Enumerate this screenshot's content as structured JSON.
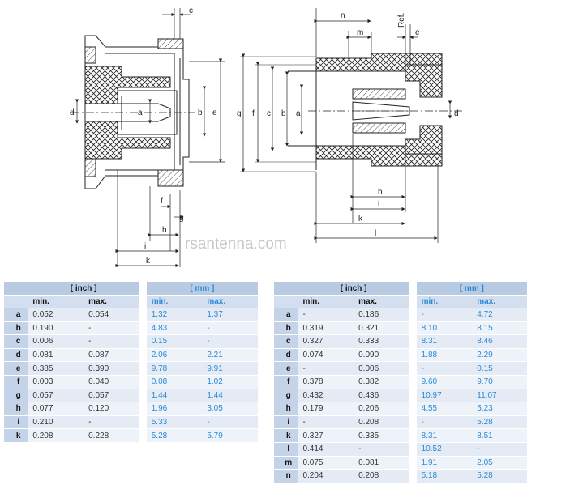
{
  "watermark": "rsantenna.com",
  "left_drawing": {
    "labels": [
      "c",
      "a",
      "b",
      "e",
      "d",
      "f",
      "g",
      "h",
      "i",
      "k"
    ]
  },
  "right_drawing": {
    "labels": [
      "n",
      "m",
      "Ref.",
      "e",
      "g",
      "f",
      "c",
      "b",
      "a",
      "d",
      "h",
      "i",
      "k",
      "l"
    ]
  },
  "left_table": {
    "inch_header": "[ inch ]",
    "mm_header": "[ mm ]",
    "col_min": "min.",
    "col_max": "max.",
    "rows": [
      {
        "key": "a",
        "in_min": "0.052",
        "in_max": "0.054",
        "mm_min": "1.32",
        "mm_max": "1.37"
      },
      {
        "key": "b",
        "in_min": "0.190",
        "in_max": "-",
        "mm_min": "4.83",
        "mm_max": "-"
      },
      {
        "key": "c",
        "in_min": "0.006",
        "in_max": "-",
        "mm_min": "0.15",
        "mm_max": "-"
      },
      {
        "key": "d",
        "in_min": "0.081",
        "in_max": "0.087",
        "mm_min": "2.06",
        "mm_max": "2.21"
      },
      {
        "key": "e",
        "in_min": "0.385",
        "in_max": "0.390",
        "mm_min": "9.78",
        "mm_max": "9.91"
      },
      {
        "key": "f",
        "in_min": "0.003",
        "in_max": "0.040",
        "mm_min": "0.08",
        "mm_max": "1.02"
      },
      {
        "key": "g",
        "in_min": "0.057",
        "in_max": "0.057",
        "mm_min": "1.44",
        "mm_max": "1.44"
      },
      {
        "key": "h",
        "in_min": "0.077",
        "in_max": "0.120",
        "mm_min": "1.96",
        "mm_max": "3.05"
      },
      {
        "key": "i",
        "in_min": "0.210",
        "in_max": "-",
        "mm_min": "5.33",
        "mm_max": "-"
      },
      {
        "key": "k",
        "in_min": "0.208",
        "in_max": "0.228",
        "mm_min": "5.28",
        "mm_max": "5.79"
      }
    ]
  },
  "right_table": {
    "inch_header": "[ inch ]",
    "mm_header": "[ mm ]",
    "col_min": "min.",
    "col_max": "max.",
    "rows": [
      {
        "key": "a",
        "in_min": "-",
        "in_max": "0.186",
        "mm_min": "-",
        "mm_max": "4.72"
      },
      {
        "key": "b",
        "in_min": "0.319",
        "in_max": "0.321",
        "mm_min": "8.10",
        "mm_max": "8.15"
      },
      {
        "key": "c",
        "in_min": "0.327",
        "in_max": "0.333",
        "mm_min": "8.31",
        "mm_max": "8.46"
      },
      {
        "key": "d",
        "in_min": "0.074",
        "in_max": "0.090",
        "mm_min": "1.88",
        "mm_max": "2.29"
      },
      {
        "key": "e",
        "in_min": "-",
        "in_max": "0.006",
        "mm_min": "-",
        "mm_max": "0.15"
      },
      {
        "key": "f",
        "in_min": "0.378",
        "in_max": "0.382",
        "mm_min": "9.60",
        "mm_max": "9.70"
      },
      {
        "key": "g",
        "in_min": "0.432",
        "in_max": "0.436",
        "mm_min": "10.97",
        "mm_max": "11.07"
      },
      {
        "key": "h",
        "in_min": "0.179",
        "in_max": "0.206",
        "mm_min": "4.55",
        "mm_max": "5.23"
      },
      {
        "key": "i",
        "in_min": "-",
        "in_max": "0.208",
        "mm_min": "-",
        "mm_max": "5.28"
      },
      {
        "key": "k",
        "in_min": "0.327",
        "in_max": "0.335",
        "mm_min": "8.31",
        "mm_max": "8.51"
      },
      {
        "key": "l",
        "in_min": "0.414",
        "in_max": "-",
        "mm_min": "10.52",
        "mm_max": "-"
      },
      {
        "key": "m",
        "in_min": "0.075",
        "in_max": "0.081",
        "mm_min": "1.91",
        "mm_max": "2.05"
      },
      {
        "key": "n",
        "in_min": "0.204",
        "in_max": "0.208",
        "mm_min": "5.18",
        "mm_max": "5.28"
      }
    ]
  }
}
